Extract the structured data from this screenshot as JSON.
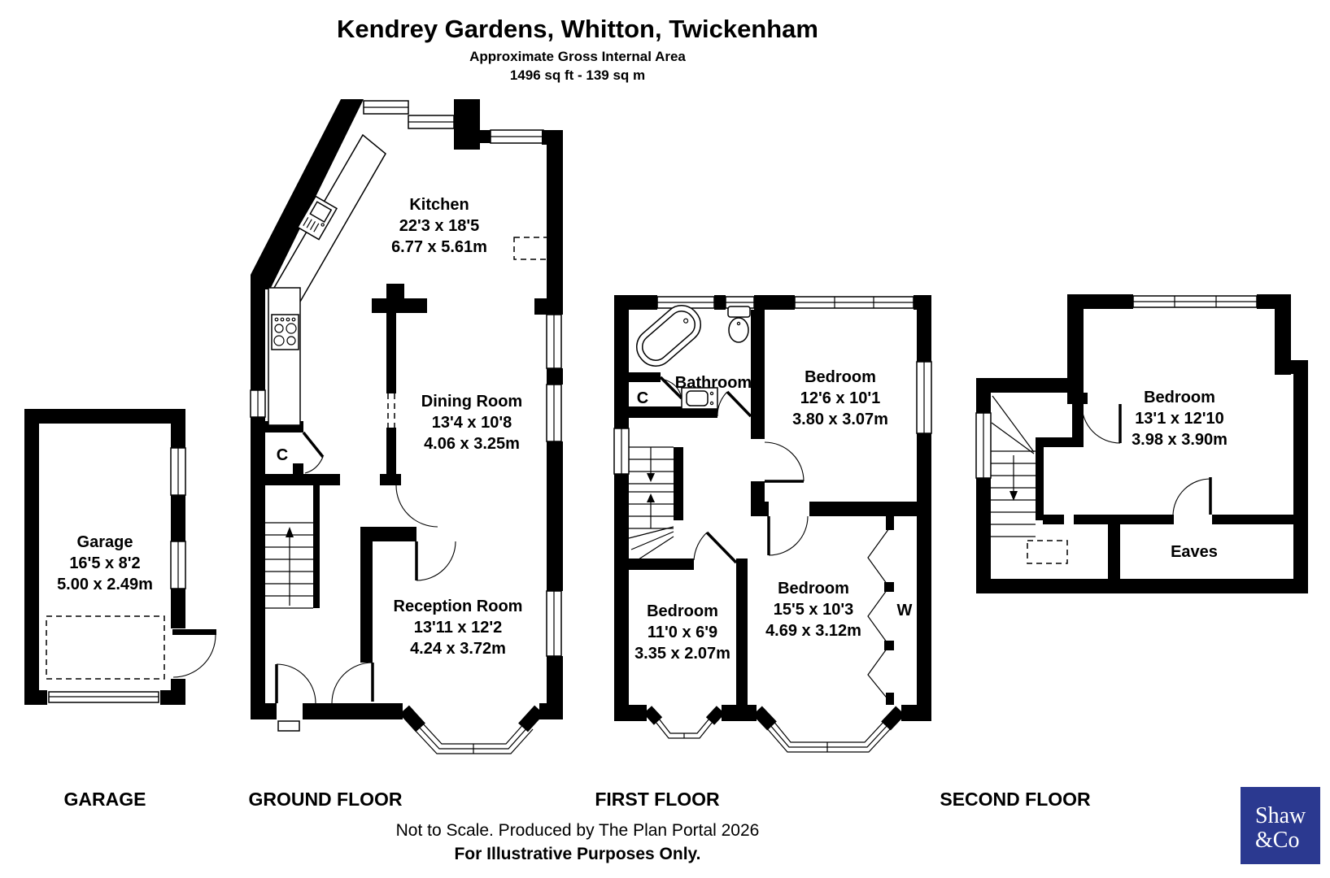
{
  "header": {
    "title": "Kendrey Gardens, Whitton, Twickenham",
    "subtitle": "Approximate Gross Internal Area",
    "area": "1496 sq ft - 139 sq m"
  },
  "floors": {
    "garage": {
      "label": "GARAGE",
      "rooms": {
        "garage": {
          "name": "Garage",
          "imperial": "16'5 x 8'2",
          "metric": "5.00 x 2.49m"
        }
      }
    },
    "ground": {
      "label": "GROUND FLOOR",
      "cupboard": "C",
      "rooms": {
        "kitchen": {
          "name": "Kitchen",
          "imperial": "22'3 x 18'5",
          "metric": "6.77 x 5.61m"
        },
        "dining": {
          "name": "Dining Room",
          "imperial": "13'4 x 10'8",
          "metric": "4.06 x 3.25m"
        },
        "reception": {
          "name": "Reception Room",
          "imperial": "13'11 x 12'2",
          "metric": "4.24 x 3.72m"
        }
      }
    },
    "first": {
      "label": "FIRST FLOOR",
      "cupboard": "C",
      "wardrobe": "W",
      "rooms": {
        "bathroom": {
          "name": "Bathroom"
        },
        "bedroom1": {
          "name": "Bedroom",
          "imperial": "12'6 x 10'1",
          "metric": "3.80 x 3.07m"
        },
        "bedroom2": {
          "name": "Bedroom",
          "imperial": "15'5 x 10'3",
          "metric": "4.69 x 3.12m"
        },
        "bedroom3": {
          "name": "Bedroom",
          "imperial": "11'0 x 6'9",
          "metric": "3.35 x 2.07m"
        }
      }
    },
    "second": {
      "label": "SECOND FLOOR",
      "rooms": {
        "bedroom": {
          "name": "Bedroom",
          "imperial": "13'1 x 12'10",
          "metric": "3.98 x 3.90m"
        },
        "eaves": {
          "name": "Eaves"
        }
      }
    }
  },
  "footer": {
    "line1": "Not to Scale. Produced by The Plan Portal 2026",
    "line2": "For Illustrative Purposes Only."
  },
  "logo": {
    "line1": "Shaw",
    "line2": "&Co",
    "bg": "#2b3990"
  }
}
